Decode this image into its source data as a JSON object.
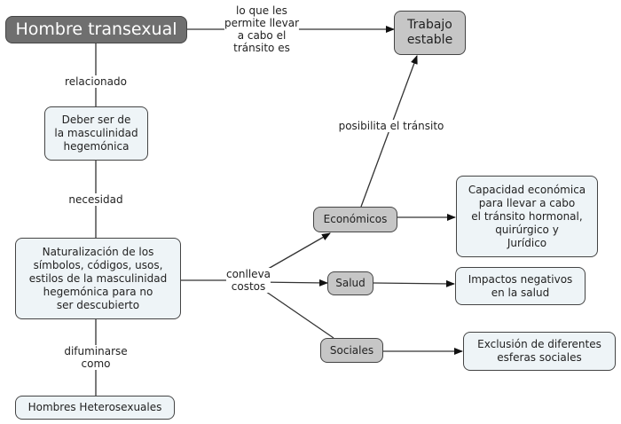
{
  "nodes": {
    "hombre_transexual": "Hombre transexual",
    "trabajo_estable": "Trabajo\nestable",
    "deber_ser": "Deber ser de\nla masculinidad\nhegemónica",
    "naturalizacion": "Naturalización de los\nsímbolos, códigos, usos,\nestilos de la masculinidad\nhegemónica para no\nser descubierto",
    "hombres_heterosexuales": "Hombres Heterosexuales",
    "economicos": "Económicos",
    "salud": "Salud",
    "sociales": "Sociales",
    "capacidad": "Capacidad económica\npara llevar a cabo\nel tránsito hormonal,\nquirúrgico y\nJurídico",
    "impactos": "Impactos negativos\nen la salud",
    "exclusion": "Exclusión de diferentes\nesferas sociales"
  },
  "links": {
    "permite": "lo que les\npermite llevar\na cabo el\ntránsito es",
    "relacionado": "relacionado",
    "necesidad": "necesidad",
    "difuminarse": "difuminarse\ncomo",
    "conlleva": "conlleva\ncostos",
    "posibilita": "posibilita el tránsito"
  }
}
